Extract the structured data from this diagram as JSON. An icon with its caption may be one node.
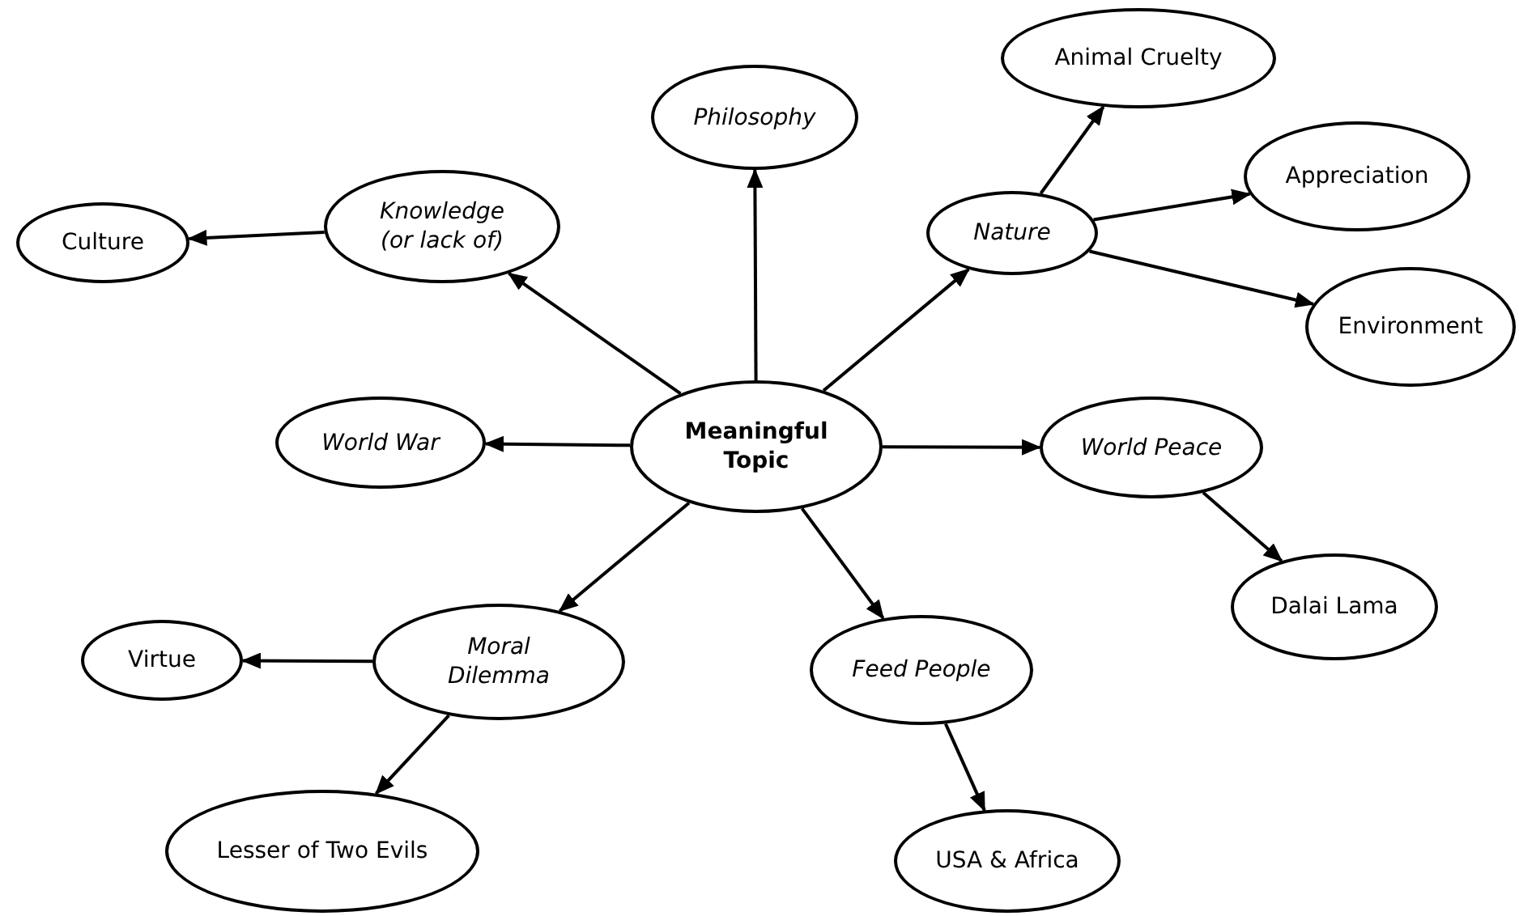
{
  "diagram": {
    "nodes": [
      {
        "text": [
          "Meaningful Topic"
        ]
      },
      {
        "text": [
          "Philosophy"
        ]
      },
      {
        "text": [
          "Knowledge (or lack of)"
        ]
      },
      {
        "text": [
          "Culture"
        ]
      },
      {
        "text": [
          "Nature"
        ]
      },
      {
        "text": [
          "Animal Cruelty"
        ]
      },
      {
        "text": [
          "Appreciation"
        ]
      },
      {
        "text": [
          "Environment"
        ]
      },
      {
        "text": [
          "World War"
        ]
      },
      {
        "text": [
          "World Peace"
        ]
      },
      {
        "text": [
          "Dalai Lama"
        ]
      },
      {
        "text": [
          "Moral Dilemma"
        ]
      },
      {
        "text": [
          "Virtue"
        ]
      },
      {
        "text": [
          "Lesser of Two Evils"
        ]
      },
      {
        "text": [
          "Feed People"
        ]
      },
      {
        "text": [
          "USA & Africa"
        ]
      }
    ],
    "edges": [
      {
        "from": 0,
        "to": 1,
        "arrow": "to"
      },
      {
        "from": 0,
        "to": 2,
        "arrow": "to"
      },
      {
        "from": 2,
        "to": 3,
        "arrow": "to"
      },
      {
        "from": 0,
        "to": 4,
        "arrow": "to"
      },
      {
        "from": 4,
        "to": 5,
        "arrow": "to"
      },
      {
        "from": 4,
        "to": 6,
        "arrow": "to"
      },
      {
        "from": 4,
        "to": 7,
        "arrow": "to"
      },
      {
        "from": 0,
        "to": 8,
        "arrow": "to"
      },
      {
        "from": 0,
        "to": 9,
        "arrow": "to"
      },
      {
        "from": 9,
        "to": 10,
        "arrow": "to"
      },
      {
        "from": 0,
        "to": 11,
        "arrow": "to"
      },
      {
        "from": 11,
        "to": 12,
        "arrow": "to"
      },
      {
        "from": 11,
        "to": 13,
        "arrow": "to"
      },
      {
        "from": 0,
        "to": 14,
        "arrow": "to"
      },
      {
        "from": 14,
        "to": 15,
        "arrow": "to"
      }
    ]
  }
}
